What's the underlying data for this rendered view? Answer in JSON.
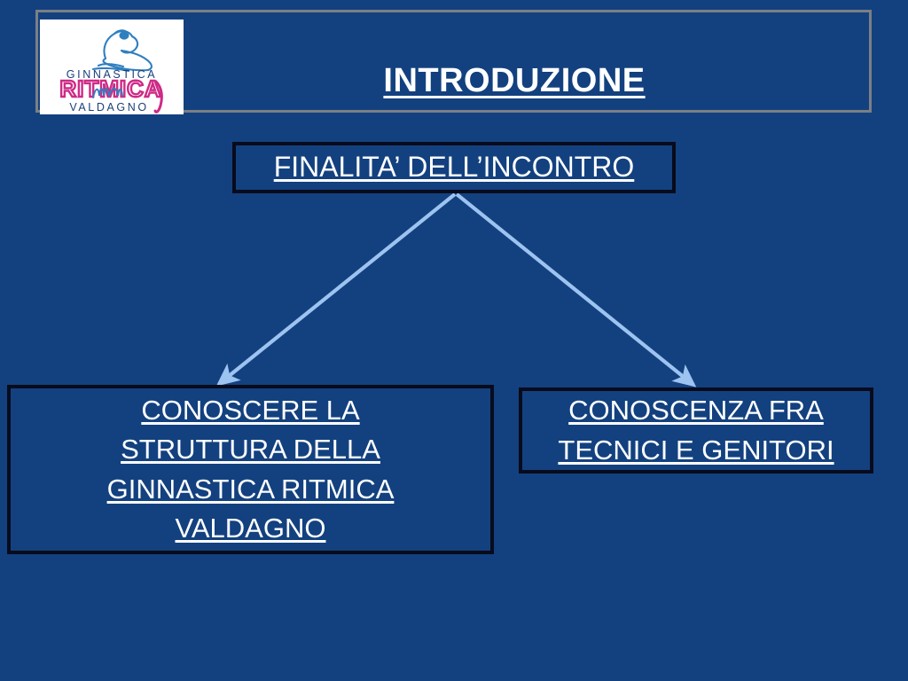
{
  "slide": {
    "background_color": "#13417f",
    "title": "INTRODUZIONE",
    "logo": {
      "name": "ginnastica-ritmica-valdagno-logo",
      "line1": "GINNASTICA",
      "line2": "RITMICA",
      "line3": "VALDAGNO",
      "colors": {
        "figure": "#2f7fc0",
        "top_text": "#1b3f7a",
        "mid_text": "#cf2a86",
        "bottom_text": "#1b3f7a",
        "background": "#ffffff"
      }
    },
    "frame_border_color": "#7b7f85"
  },
  "diagram": {
    "type": "tree",
    "accent_color": "#9dc3f0",
    "box_border_color": "#080b1c",
    "text_color": "#ffffff",
    "root": {
      "id": "finalita",
      "label": "FINALITA’ DELL’INCONTRO",
      "lines": [
        "FINALITA’ DELL’INCONTRO"
      ]
    },
    "children": [
      {
        "id": "conoscere-struttura",
        "label": "CONOSCERE LA STRUTTURA DELLA GINNASTICA RITMICA VALDAGNO",
        "lines": [
          "CONOSCERE LA",
          "STRUTTURA DELLA",
          "GINNASTICA RITMICA",
          "VALDAGNO"
        ]
      },
      {
        "id": "conoscenza-tecnici-genitori",
        "label": "CONOSCENZA FRA TECNICI E GENITORI",
        "lines": [
          "CONOSCENZA FRA",
          " TECNICI E GENITORI"
        ]
      }
    ],
    "connectors": [
      {
        "id": "arrow-to-left",
        "from": "finalita",
        "to": "conoscere-struttura",
        "direction": "down-left"
      },
      {
        "id": "arrow-to-right",
        "from": "finalita",
        "to": "conoscenza-tecnici-genitori",
        "direction": "down-right"
      }
    ]
  }
}
